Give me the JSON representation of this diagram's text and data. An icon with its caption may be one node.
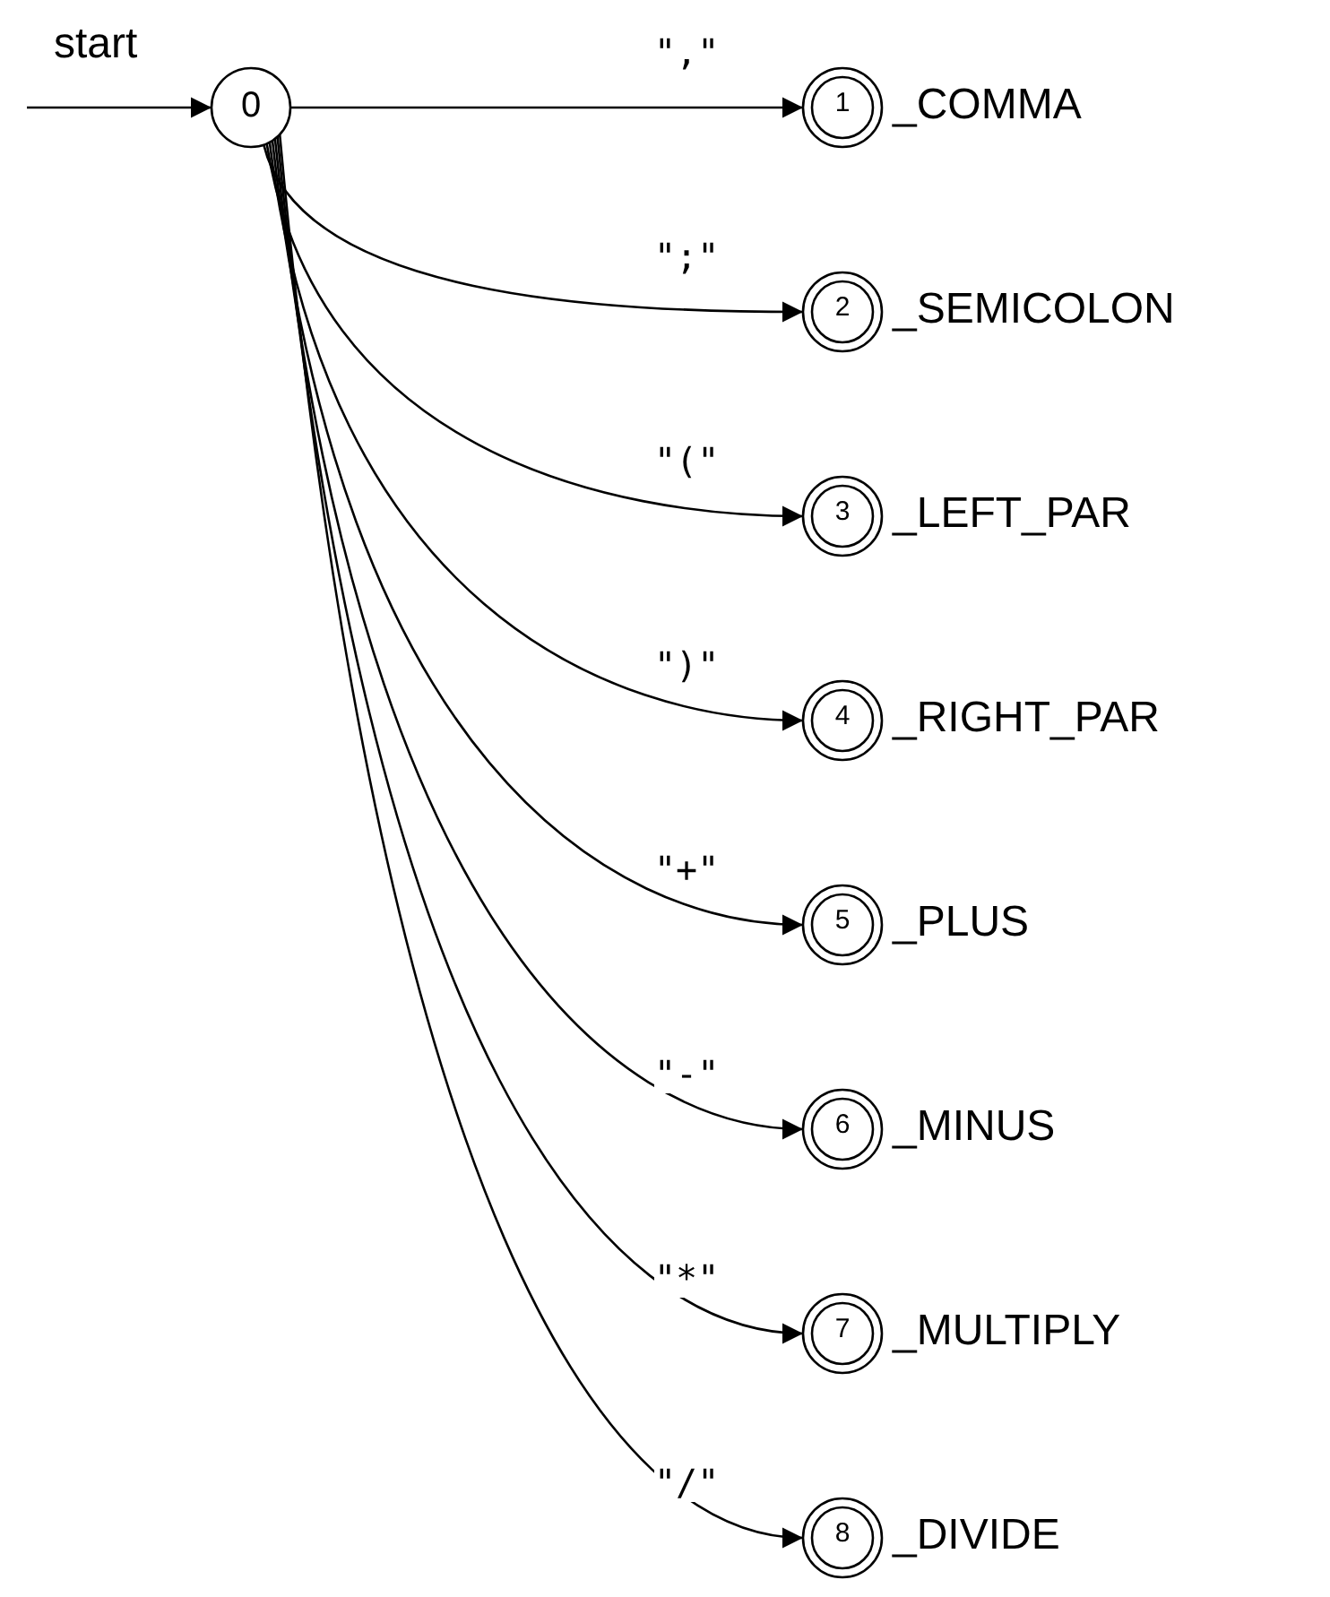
{
  "diagram": {
    "nodes": [
      {
        "text": [
          "0"
        ]
      },
      {
        "text": [
          "1"
        ],
        "beside": [
          "_COMMA"
        ]
      },
      {
        "text": [
          "2"
        ],
        "beside": [
          "_SEMICOLON"
        ]
      },
      {
        "text": [
          "3"
        ],
        "beside": [
          "_LEFT_PAR"
        ]
      },
      {
        "text": [
          "4"
        ],
        "beside": [
          "_RIGHT_PAR"
        ]
      },
      {
        "text": [
          "5"
        ],
        "beside": [
          "_PLUS"
        ]
      },
      {
        "text": [
          "6"
        ],
        "beside": [
          "_MINUS"
        ]
      },
      {
        "text": [
          "7"
        ],
        "beside": [
          "_MULTIPLY"
        ]
      },
      {
        "text": [
          "8"
        ],
        "beside": [
          "_DIVIDE"
        ]
      }
    ],
    "edges": [
      {
        "from": null,
        "to": 0,
        "arrow": "to",
        "label": "start"
      },
      {
        "from": 0,
        "to": 1,
        "arrow": "to",
        "label": "\",\""
      },
      {
        "from": 0,
        "to": 2,
        "arrow": "to",
        "label": "\";\""
      },
      {
        "from": 0,
        "to": 3,
        "arrow": "to",
        "label": "\"(\""
      },
      {
        "from": 0,
        "to": 4,
        "arrow": "to",
        "label": "\")\""
      },
      {
        "from": 0,
        "to": 5,
        "arrow": "to",
        "label": "\"+\""
      },
      {
        "from": 0,
        "to": 6,
        "arrow": "to",
        "label": "\"-\""
      },
      {
        "from": 0,
        "to": 7,
        "arrow": "to",
        "label": "\"*\""
      },
      {
        "from": 0,
        "to": 8,
        "arrow": "to",
        "label": "\"/\""
      }
    ]
  }
}
